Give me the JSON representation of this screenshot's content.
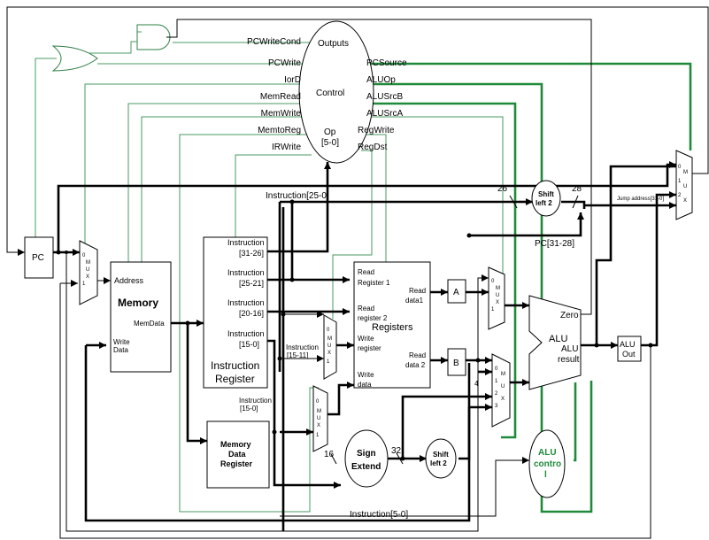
{
  "blocks": {
    "pc": "PC",
    "memory": "Memory",
    "memory_address": "Address",
    "memory_memdata": "MemData",
    "memory_write_data_1": "Write",
    "memory_write_data_2": "Data",
    "ir_title_1": "Instruction",
    "ir_title_2": "Register",
    "mdr_1": "Memory",
    "mdr_2": "Data",
    "mdr_3": "Register",
    "registers": "Registers",
    "reg_read1_1": "Read",
    "reg_read1_2": "Register 1",
    "reg_read2_1": "Read",
    "reg_read2_2": "register 2",
    "reg_write_reg_1": "Write",
    "reg_write_reg_2": "register",
    "reg_write_data_1": "Write",
    "reg_write_data_2": "data",
    "reg_data1_1": "Read",
    "reg_data1_2": "data1",
    "reg_data2_1": "Read",
    "reg_data2_2": "data 2",
    "a": "A",
    "b": "B",
    "alu_zero": "Zero",
    "alu": "ALU",
    "alu_result_1": "ALU",
    "alu_result_2": "result",
    "alu_out_1": "ALU",
    "alu_out_2": "Out",
    "sign_extend_1": "Sign",
    "sign_extend_2": "Extend",
    "shift_left_1": "Shift",
    "shift_left_2": "left 2",
    "alu_control_1": "ALU",
    "alu_control_2": "contro",
    "alu_control_3": "l",
    "control": "Control",
    "control_outputs": "Outputs",
    "control_op_1": "Op",
    "control_op_2": "[5-0]"
  },
  "control_signals_left": [
    "PCWriteCond",
    "PCWrite",
    "IorD",
    "MemRead",
    "MemWrite",
    "MemtoReg",
    "IRWrite"
  ],
  "control_signals_right": [
    "PCSource",
    "ALUOp",
    "ALUSrcB",
    "ALUSrcA",
    "RegWrite",
    "RegDst"
  ],
  "ir_fields": [
    "Instruction",
    "[31-26]",
    "Instruction",
    "[25-21]",
    "Instruction",
    "[20-16]",
    "Instruction",
    "[15-0]"
  ],
  "wire_labels": {
    "instr_25_0": "Instruction[25-0]",
    "instr_15_11_1": "Instruction",
    "instr_15_11_2": "[15-11]",
    "instr_15_0_1": "Instruction",
    "instr_15_0_2": "[15-0]",
    "instr_5_0": "Instruction[5-0]",
    "pc_31_28": "PC[31-28]",
    "jump_address": "Jump address[31-0]",
    "width_26": "26",
    "width_28": "28",
    "width_16": "16",
    "width_32": "32",
    "const_4": "4"
  },
  "mux_letters": [
    "M",
    "U",
    "X"
  ],
  "mux_inputs": {
    "two": [
      "0",
      "1"
    ],
    "three": [
      "0",
      "1",
      "2"
    ],
    "four": [
      "0",
      "1",
      "2",
      "3"
    ]
  },
  "colors": {
    "control_wire": "#4a9a62",
    "control_wire_bold": "#1f8a3a",
    "datapath": "#000000"
  }
}
